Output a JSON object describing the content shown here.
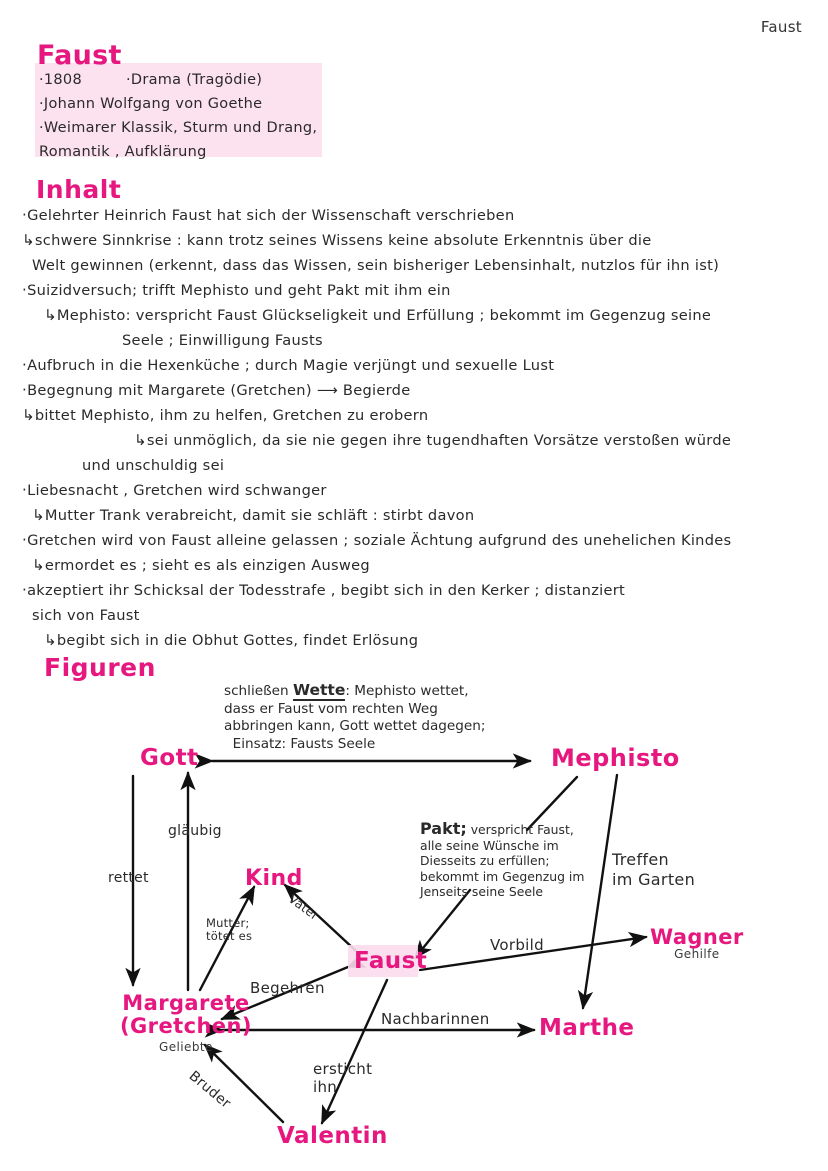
{
  "page": {
    "corner_label": "Faust"
  },
  "title_block": {
    "heading": "Faust",
    "highlight_color": "#fbdcec",
    "accent_color": "#e6177f",
    "lines": [
      {
        "bullet": "·",
        "text": "1808",
        "text2": "·Drama  (Tragödie)"
      },
      {
        "bullet": "·",
        "text": "Johann  Wolfgang  von  Goethe",
        "text2": ""
      },
      {
        "bullet": "·",
        "text": "Weimarer  Klassik, Sturm  und  Drang,",
        "text2": ""
      },
      {
        "bullet": "",
        "text": "Romantik ,  Aufklärung",
        "text2": ""
      }
    ]
  },
  "inhalt": {
    "heading": "Inhalt",
    "lines": [
      {
        "marker": "·",
        "indent": 0,
        "text": "Gelehrter  Heinrich  Faust   hat  sich  der  Wissenschaft  verschrieben"
      },
      {
        "marker": "↳",
        "indent": 0,
        "text": "schwere  Sinnkrise :  kann  trotz  seines  Wissens  keine  absolute  Erkenntnis  über  die"
      },
      {
        "marker": "",
        "indent": 1,
        "text": "Welt  gewinnen  (erkennt, dass  das  Wissen,  sein  bisheriger  Lebensinhalt,  nutzlos  für  ihn  ist)"
      },
      {
        "marker": "·",
        "indent": 0,
        "text": "Suizidversuch;  trifft  Mephisto  und  geht  Pakt  mit  ihm  ein"
      },
      {
        "marker": "↳",
        "indent": 2,
        "text": "Mephisto: verspricht  Faust  Glückseligkeit  und  Erfüllung ;  bekommt  im  Gegenzug  seine"
      },
      {
        "marker": "",
        "indent": 4,
        "text": "Seele ;  Einwilligung  Fausts"
      },
      {
        "marker": "·",
        "indent": 0,
        "text": "Aufbruch  in  die  Hexenküche ;  durch  Magie  verjüngt  und  sexuelle  Lust"
      },
      {
        "marker": "·",
        "indent": 0,
        "text": "Begegnung  mit  Margarete  (Gretchen)  ⟶  Begierde"
      },
      {
        "marker": "↳",
        "indent": 0,
        "text": "bittet  Mephisto,  ihm  zu  helfen,  Gretchen  zu  erobern"
      },
      {
        "marker": "↳",
        "indent": 5,
        "text": "sei  unmöglich,  da  sie  nie  gegen  ihre  tugendhaften  Vorsätze  verstoßen  würde"
      },
      {
        "marker": "",
        "indent": 6,
        "text": "und  unschuldig  sei"
      },
      {
        "marker": "·",
        "indent": 0,
        "text": "Liebesnacht ,  Gretchen  wird  schwanger"
      },
      {
        "marker": "↳",
        "indent": 1,
        "text": "Mutter  Trank  verabreicht,  damit  sie  schläft : stirbt  davon"
      },
      {
        "marker": "·",
        "indent": 0,
        "text": "Gretchen  wird  von  Faust  alleine  gelassen ;  soziale  Ächtung  aufgrund  des  unehelichen  Kindes"
      },
      {
        "marker": "↳",
        "indent": 1,
        "text": "ermordet  es ;  sieht  es  als  einzigen  Ausweg"
      },
      {
        "marker": "·",
        "indent": 0,
        "text": "akzeptiert  ihr  Schicksal  der  Todesstrafe ,  begibt  sich  in  den  Kerker ;  distanziert"
      },
      {
        "marker": "",
        "indent": 1,
        "text": "sich  von  Faust"
      },
      {
        "marker": "↳",
        "indent": 1,
        "text": "begibt  sich  in  die  Obhut  Gottes,  findet  Erlösung"
      }
    ]
  },
  "figuren": {
    "heading": "Figuren",
    "nodes": {
      "gott": {
        "label": "Gott",
        "sub": ""
      },
      "mephisto": {
        "label": "Mephisto",
        "sub": ""
      },
      "kind": {
        "label": "Kind",
        "sub": ""
      },
      "faust": {
        "label": "Faust",
        "sub": ""
      },
      "margarete": {
        "label": "Margarete",
        "label2": "(Gretchen)",
        "sub": "Geliebte"
      },
      "wagner": {
        "label": "Wagner",
        "sub": "Gehilfe"
      },
      "marthe": {
        "label": "Marthe",
        "sub": ""
      },
      "valentin": {
        "label": "Valentin",
        "sub": ""
      }
    },
    "edges": {
      "rettet": "rettet",
      "glaeubig": "gläubig",
      "mutter": "Mutter;",
      "mutter2": "tötet es",
      "vater": "Vater",
      "begehren": "Begehren",
      "vorbild": "Vorbild",
      "nachbarinnen": "Nachbarinnen",
      "bruder": "Bruder",
      "ersticht": "ersticht",
      "ersticht2": "ihn",
      "treffen": "Treffen",
      "treffen2": "im Garten"
    },
    "notes": {
      "wette": {
        "pre": "schließen ",
        "lead": "Wette",
        "line1": ": Mephisto  wettet,",
        "line2": "dass er Faust vom rechten  Weg",
        "line3": "abbringen  kann, Gott wettet  dagegen;",
        "line4": "Einsatz: Fausts  Seele"
      },
      "pakt": {
        "lead": "Pakt;",
        "line1": " verspricht  Faust,",
        "line2": "alle  seine  Wünsche  im",
        "line3": "Diesseits   zu   erfüllen;",
        "line4": "bekommt   im  Gegenzug  im",
        "line5": "Jenseits  seine  Seele"
      }
    }
  }
}
